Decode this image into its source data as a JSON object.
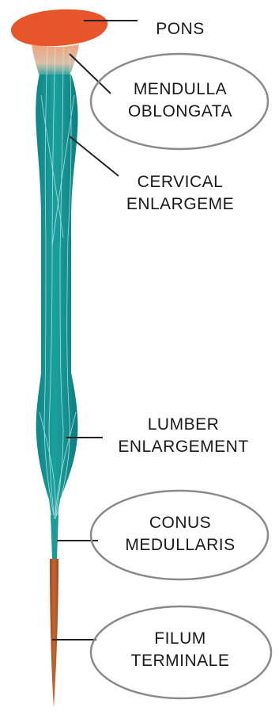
{
  "diagram": {
    "labels": {
      "pons": [
        "PONS"
      ],
      "medulla": [
        "MENDULLA",
        "OBLONGATA"
      ],
      "cervical": [
        "CERVICAL",
        "ENLARGEME"
      ],
      "lumbar": [
        "LUMBER",
        "ENLARGEMENT"
      ],
      "conus": [
        "CONUS",
        "MEDULLARIS"
      ],
      "filum": [
        "FILUM",
        "TERMINALE"
      ]
    },
    "colors": {
      "pons": "#e8552a",
      "cord": "#1a9a9a",
      "cord_dark": "#0f7f80",
      "fibers": "#bfe6e4",
      "filum": "#b8582c",
      "leader": "#222222",
      "ellipse": "#888888"
    }
  }
}
